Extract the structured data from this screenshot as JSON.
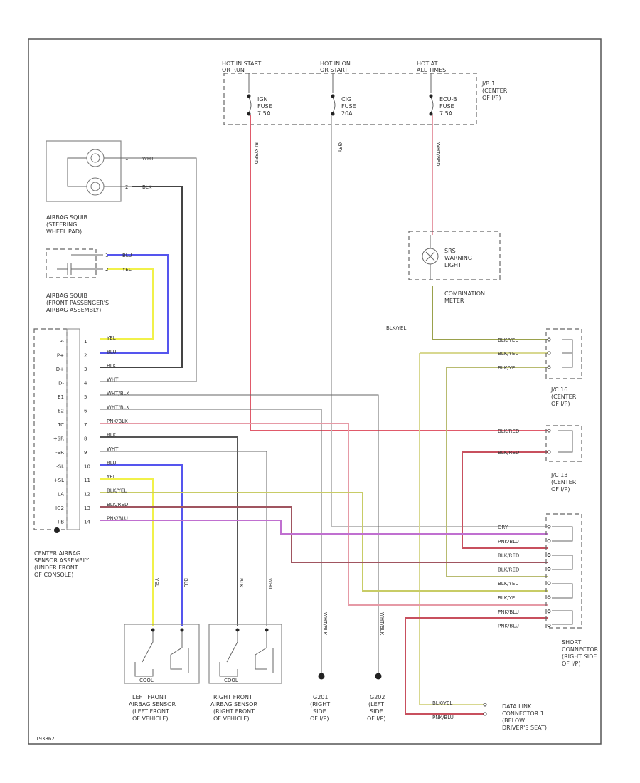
{
  "colors": {
    "red": "#e05a6a",
    "pink": "#e69aa6",
    "gray": "#bbbbbb",
    "lightgray": "#cccccc",
    "blue": "#5555ee",
    "yellow": "#f1f14a",
    "black": "#333333",
    "olive": "#9aa14c",
    "green_yellow": "#c8cc66",
    "brown_red": "#a05560",
    "purple": "#c070d0"
  },
  "fuse_box": {
    "hot_start": [
      "HOT IN START",
      "OR RUN"
    ],
    "hot_run": [
      "HOT IN ON",
      "OR START"
    ],
    "hot_all": [
      "HOT AT",
      "ALL TIMES"
    ],
    "fuse1": [
      "IGN",
      "FUSE",
      "7.5A"
    ],
    "fuse2": [
      "CIG",
      "FUSE",
      "20A"
    ],
    "fuse3": [
      "ECU-B",
      "FUSE",
      "7.5A"
    ],
    "jb_label": [
      "J/B 1",
      "(CENTER",
      "OF I/P)"
    ],
    "wire1": "BLK/RED",
    "wire2": "GRY",
    "wire3": "WHT/RED"
  },
  "steering": {
    "label": [
      "AIRBAG SQUIB",
      "(STEERING",
      "WHEEL PAD)"
    ],
    "pins": [
      "1",
      "2"
    ],
    "wires": [
      "WHT",
      "BLK"
    ]
  },
  "passenger": {
    "label": [
      "AIRBAG SQUIB",
      "(FRONT PASSENGER'S",
      "AIRBAG ASSEMBLY)"
    ],
    "pins": [
      "1",
      "2"
    ],
    "wires": [
      "BLU",
      "YEL"
    ]
  },
  "warning_lamp": {
    "label": [
      "SRS",
      "WARNING",
      "LIGHT"
    ],
    "meter": [
      "COMBINATION",
      "METER"
    ],
    "wire": "BLK/YEL"
  },
  "center_sensor": {
    "terminals": [
      "P-",
      "P+",
      "D+",
      "D-",
      "E1",
      "E2",
      "TC",
      "+SR",
      "-SR",
      "-SL",
      "+SL",
      "LA",
      "IG2",
      "+B"
    ],
    "pins": [
      "1",
      "2",
      "3",
      "4",
      "5",
      "6",
      "7",
      "8",
      "9",
      "10",
      "11",
      "12",
      "13",
      "14"
    ],
    "wires": [
      "YEL",
      "BLU",
      "BLK",
      "WHT",
      "WHT/BLK",
      "WHT/BLK",
      "PNK/BLK",
      "BLK",
      "WHT",
      "BLU",
      "YEL",
      "BLK/YEL",
      "BLK/RED",
      "PNK/BLU"
    ],
    "label": [
      "CENTER AIRBAG",
      "SENSOR ASSEMBLY",
      "(UNDER FRONT",
      "OF CONSOLE)"
    ]
  },
  "connectors": {
    "jc_top_wires": [
      "BLK/YEL",
      "BLK/YEL",
      "BLK/YEL"
    ],
    "jc16_label": [
      "J/C 16",
      "(CENTER",
      "OF I/P)"
    ],
    "jc16_wires": [
      "BLK/RED",
      "BLK/RED"
    ],
    "jc13_label": [
      "J/C 13",
      "(CENTER",
      "OF I/P)"
    ],
    "jc13_wires": [
      "GRY",
      "PNK/BLU",
      "BLK/RED",
      "BLK/RED",
      "BLK/YEL",
      "BLK/YEL",
      "PNK/BLU",
      "PNK/BLU"
    ],
    "short_label": [
      "SHORT",
      "CONNECTOR",
      "(RIGHT SIDE",
      "OF I/P)"
    ]
  },
  "front_sensors": {
    "left_label": [
      "LEFT FRONT",
      "AIRBAG SENSOR",
      "(LEFT FRONT",
      "OF VEHICLE)"
    ],
    "right_label": [
      "RIGHT FRONT",
      "AIRBAG SENSOR",
      "(RIGHT FRONT",
      "OF VEHICLE)"
    ],
    "left_wires": [
      "YEL",
      "BLU"
    ],
    "right_wires": [
      "BLK",
      "WHT"
    ],
    "cool": "COOL"
  },
  "grounds": {
    "g201_wire": "WHT/BLK",
    "g202_wire": "WHT/BLK",
    "g201_label": [
      "G201",
      "(RIGHT",
      "SIDE",
      "OF I/P)"
    ],
    "g202_label": [
      "G202",
      "(LEFT",
      "SIDE",
      "OF I/P)"
    ]
  },
  "dlc": {
    "wires": [
      "BLK/YEL",
      "PNK/BLU"
    ],
    "label": [
      "DATA LINK",
      "CONNECTOR 1",
      "(BELOW",
      "DRIVER'S SEAT)"
    ]
  },
  "diagram_id": "193862"
}
